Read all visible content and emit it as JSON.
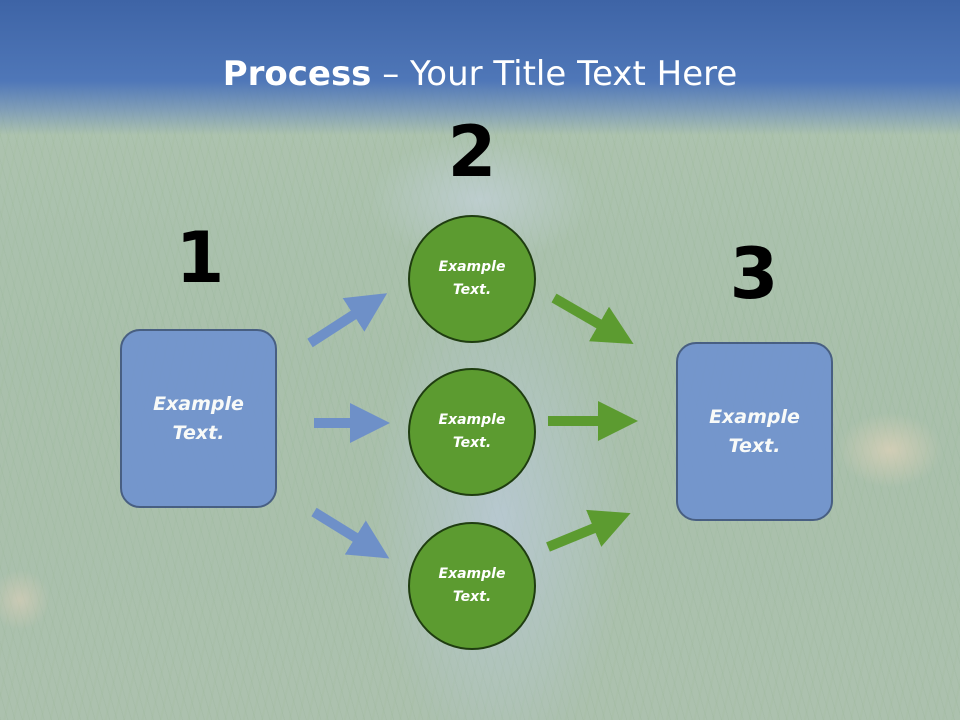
{
  "slide": {
    "title_bold": "Process",
    "title_rest": " – Your Title Text Here"
  },
  "steps": {
    "one": "1",
    "two": "2",
    "three": "3"
  },
  "left_box": {
    "line1": "Example",
    "line2": "Text."
  },
  "right_box": {
    "line1": "Example",
    "line2": "Text."
  },
  "circles": [
    {
      "line1": "Example",
      "line2": "Text."
    },
    {
      "line1": "Example",
      "line2": "Text."
    },
    {
      "line1": "Example",
      "line2": "Text."
    }
  ],
  "colors": {
    "title_band": "#4f77b8",
    "box_fill": "#7093cf",
    "circle_fill": "#5c9b30",
    "blue_arrow": "#7093cf",
    "green_arrow": "#5c9b30"
  }
}
